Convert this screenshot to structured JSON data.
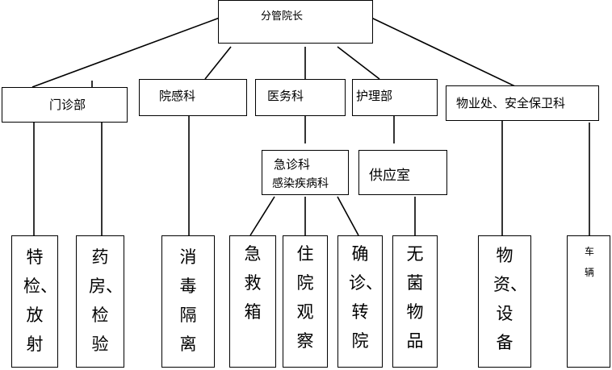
{
  "top": {
    "label": "分管院长"
  },
  "level1": {
    "menzhen": "门诊部",
    "yuangan": "院感科",
    "yiwu": "医务科",
    "huli": "护理部",
    "wuye": "物业处、安全保卫科"
  },
  "level2": {
    "jizhen": "急诊科",
    "ganran": "感染疾病科",
    "gongying": "供应室"
  },
  "leaves": {
    "tejian": "特检、放射",
    "yaofang": "药房、检验",
    "xiaodu": "消毒隔离",
    "jijiu": "急救箱",
    "zhuyuan": "住院观察",
    "quezhen": "确诊、转院",
    "wujun": "无菌物品",
    "wuzi": "物资、设备",
    "cheliang": "车辆"
  }
}
